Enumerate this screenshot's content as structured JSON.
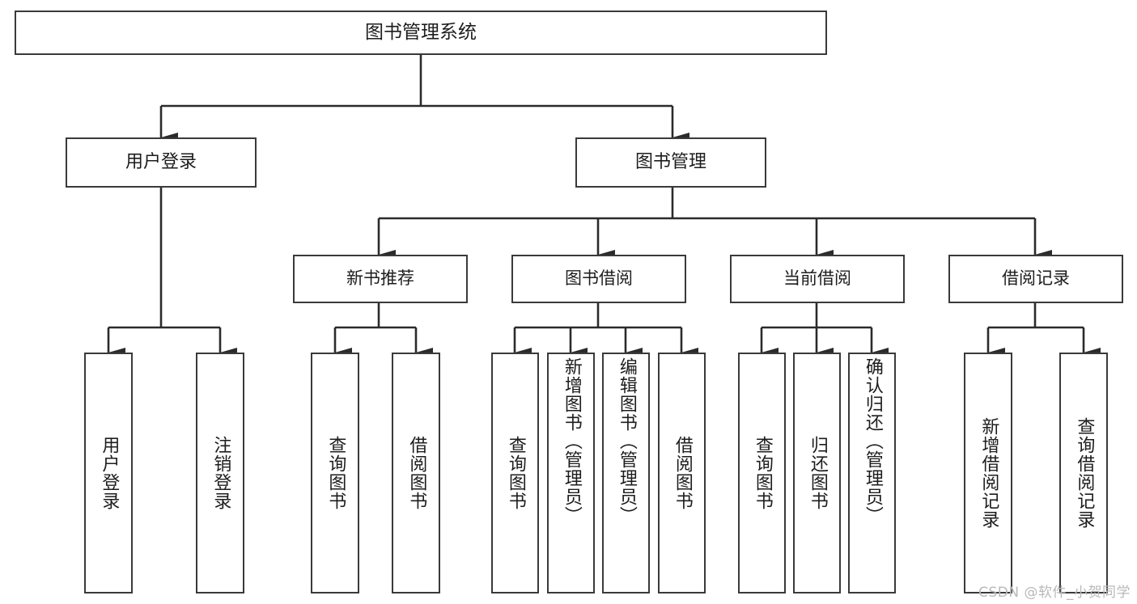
{
  "diagram": {
    "title": "图书管理系统",
    "type": "tree",
    "watermark": "CSDN @软件_小贺同学",
    "colors": {
      "node_border": "#3a3a3a",
      "node_fill": "#ffffff",
      "edge": "#2b2b2b",
      "text": "#1d1d1d",
      "watermark": "#b9b9b9",
      "background": "#ffffff"
    },
    "nodes": {
      "root": {
        "label": "图书管理系统"
      },
      "level1": [
        {
          "id": "user-login",
          "label": "用户登录"
        },
        {
          "id": "book-manage",
          "label": "图书管理"
        }
      ],
      "level2": [
        {
          "id": "new-book-recommend",
          "label": "新书推荐"
        },
        {
          "id": "book-borrow",
          "label": "图书借阅"
        },
        {
          "id": "current-borrow",
          "label": "当前借阅"
        },
        {
          "id": "borrow-record",
          "label": "借阅记录"
        }
      ],
      "leaves": {
        "user_login": [
          {
            "id": "leaf-user-login",
            "label": "用户登录"
          },
          {
            "id": "leaf-logout-login",
            "label": "注销登录"
          }
        ],
        "new_book_recommend": [
          {
            "id": "leaf-query-book-1",
            "label": "查询图书"
          },
          {
            "id": "leaf-borrow-book-1",
            "label": "借阅图书"
          }
        ],
        "book_borrow": [
          {
            "id": "leaf-query-book-2",
            "label": "查询图书"
          },
          {
            "id": "leaf-add-book",
            "label": "新增图书（管理员）"
          },
          {
            "id": "leaf-edit-book",
            "label": "编辑图书（管理员）"
          },
          {
            "id": "leaf-borrow-book-2",
            "label": "借阅图书"
          }
        ],
        "current_borrow": [
          {
            "id": "leaf-query-book-3",
            "label": "查询图书"
          },
          {
            "id": "leaf-return-book",
            "label": "归还图书"
          },
          {
            "id": "leaf-confirm-return",
            "label": "确认归还（管理员）"
          }
        ],
        "borrow_record": [
          {
            "id": "leaf-add-record",
            "label": "新增借阅记录"
          },
          {
            "id": "leaf-query-record",
            "label": "查询借阅记录"
          }
        ]
      }
    }
  }
}
